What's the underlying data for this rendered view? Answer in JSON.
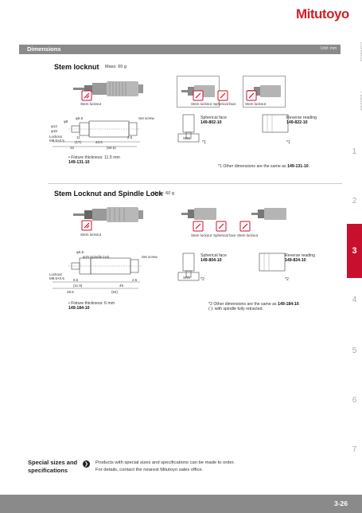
{
  "brand": {
    "logo": "Mitutoyo"
  },
  "header": {
    "title": "Dimensions",
    "unit": "Unit: mm"
  },
  "side_nav": {
    "words": [
      "Contents",
      "Features"
    ],
    "numbers": [
      "1",
      "2",
      "3",
      "4",
      "5",
      "6",
      "7"
    ],
    "active": "3"
  },
  "section1": {
    "title": "Stem locknut",
    "mass": "Mass: 60 g",
    "icon_label_main": "Stem locknut",
    "icon_labels_mid": [
      "Stem locknut",
      "Spherical face"
    ],
    "icon_label_right": "Stem locknut",
    "dims": {
      "phi6_5": "φ6.5",
      "dia8": "φ8",
      "set_screw": "Set screw",
      "phi12": "φ12",
      "phi18": "φ18",
      "locknut": "Locknut",
      "thread": "M9.5×0.5",
      "d11": "11",
      "d25": "2.5",
      "d17": "(17)",
      "d435": "43.5",
      "d32": "32",
      "d585": "(58.5)"
    },
    "variant_mid": {
      "name": "Spherical face",
      "code": "149-802-10",
      "sr": "SR4",
      "note": "*1"
    },
    "variant_right": {
      "name": "Reverse reading",
      "code": "149-822-10",
      "note": "*1"
    },
    "fixture_text": "• Fixture thickness: 11.5 mm",
    "fixture_code": "149-131-10",
    "footnote_prefix": "*1 Other dimensions are the same as ",
    "footnote_code": "149-131-10",
    "footnote_suffix": "."
  },
  "section2": {
    "title": "Stem Locknut and Spindle Lock",
    "mass": "Mass: 60 g",
    "icon_label_main": "Stem locknut",
    "icon_labels_mid": [
      "Stem locknut",
      "Spherical face",
      "Stem locknut"
    ],
    "dims": {
      "phi6_5": "φ6.5",
      "spindle_lock": "φ15 Spindle lock",
      "set_screw": "Set screw",
      "locknut": "Locknut",
      "thread": "M9.5×0.5",
      "d95": "9.5",
      "d115": "(11.5)",
      "d25": "2.5",
      "d49": "49",
      "d285": "28.5",
      "d64": "(64)"
    },
    "variant_mid": {
      "name": "Spherical face",
      "code": "149-804-10",
      "sr": "SR4",
      "note": "*2"
    },
    "variant_right": {
      "name": "Reverse reading",
      "code": "149-824-10",
      "note": "*2"
    },
    "fixture_text": "• Fixture thickness: 6 mm",
    "fixture_code": "149-184-10",
    "footnote_prefix": "*2 Other dimensions are the same as ",
    "footnote_code": "149-184-10",
    "footnote_suffix": ".",
    "footnote2": "( ): with spindle fully retracted."
  },
  "special": {
    "title_line1": "Special sizes and",
    "title_line2": "specifications",
    "text_line1": "Products with special sizes and specifications can be made to order.",
    "text_line2": "For details, contact the nearest Mitutoyo sales office."
  },
  "page": {
    "number": "3-26"
  },
  "colors": {
    "accent": "#c8102e",
    "bar": "#8a8a8a"
  }
}
